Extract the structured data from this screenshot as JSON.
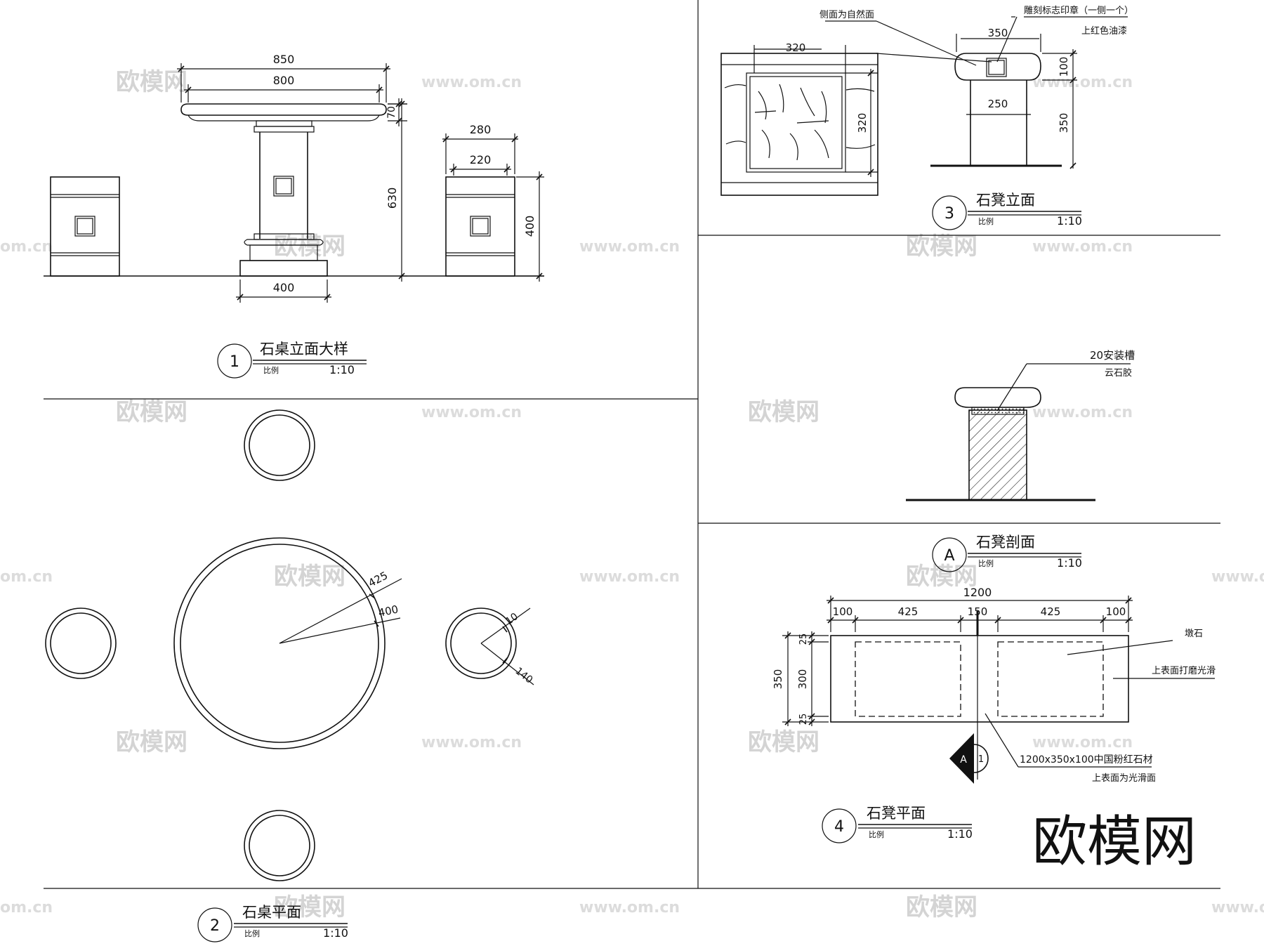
{
  "details": {
    "table_elevation": {
      "number": "1",
      "title": "石桌立面大样",
      "scale_label": "比例",
      "scale": "1:10"
    },
    "table_plan": {
      "number": "2",
      "title": "石桌平面",
      "scale_label": "比例",
      "scale": "1:10"
    },
    "bench_elevation": {
      "number": "3",
      "title": "石凳立面",
      "scale_label": "比例",
      "scale": "1:10"
    },
    "bench_section": {
      "number": "A",
      "title": "石凳剖面",
      "scale_label": "比例",
      "scale": "1:10"
    },
    "bench_plan": {
      "number": "4",
      "title": "石凳平面",
      "scale_label": "比例",
      "scale": "1:10"
    }
  },
  "dimensions": {
    "table_top_outer": "850",
    "table_top_inner": "800",
    "table_top_thickness": "70",
    "table_height": "630",
    "table_base": "400",
    "stool_top_outer": "280",
    "stool_top_inner": "220",
    "stool_height": "400",
    "plan_table_r_outer": "425",
    "plan_table_r_inner": "400",
    "plan_stool_ring": "10",
    "plan_stool_r": "140",
    "bench_top_width": "350",
    "bench_leg_width": "250",
    "bench_top_thickness": "100",
    "bench_leg_height": "350",
    "seal_size_h": "320",
    "seal_size_v": "320",
    "bench_length": "1200",
    "bench_seg_1": "100",
    "bench_seg_2": "425",
    "bench_seg_3": "150",
    "bench_seg_4": "425",
    "bench_seg_5": "100",
    "bench_depth": "350",
    "bench_depth_1": "25",
    "bench_depth_2": "300",
    "bench_depth_3": "25"
  },
  "annotations": {
    "side_face": "侧面为自然面",
    "carved_seal": "雕刻标志印章（一侧一个）",
    "red_paint": "上红色油漆",
    "install_slot": "20安装槽",
    "marble_glue": "云石胶",
    "pier_stone": "墩石",
    "top_polished": "上表面打磨光滑",
    "stone_spec": "1200x350x100中国粉红石材",
    "top_smooth": "上表面为光滑面",
    "section_mark": "A",
    "section_ref": "1"
  },
  "watermark": {
    "brand": "欧模网",
    "url": "www.om.cn",
    "url_short": "om.cn"
  }
}
